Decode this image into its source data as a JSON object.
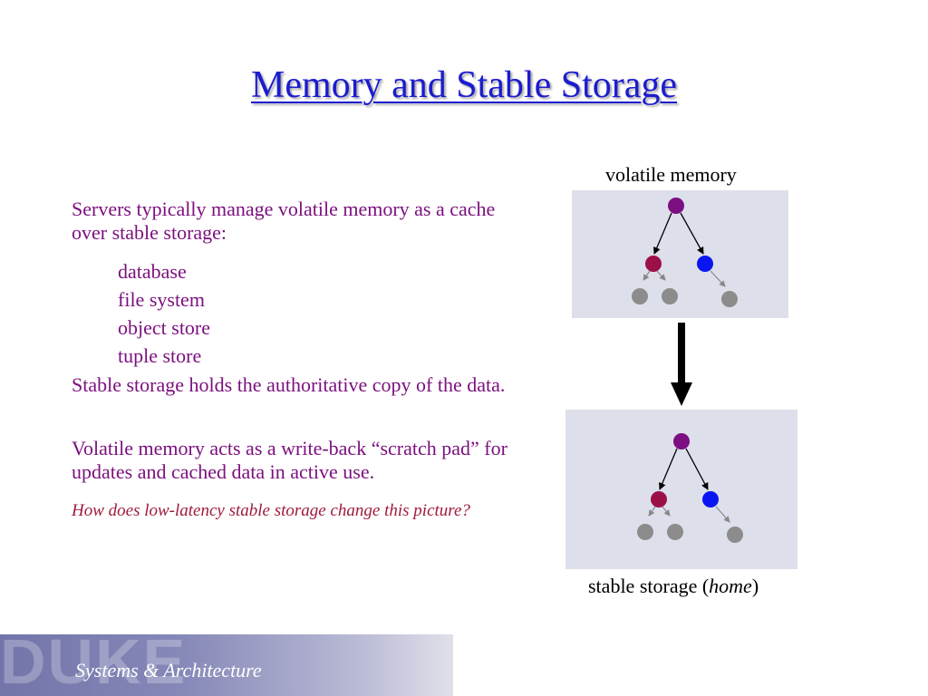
{
  "slide": {
    "title": "Memory and Stable Storage",
    "paragraph_1": "Servers typically manage volatile memory as a cache over stable storage:",
    "list_items": [
      "database",
      "file system",
      "object store",
      "tuple store"
    ],
    "paragraph_2": "Stable storage holds the authoritative copy of the data.",
    "paragraph_3": "Volatile memory acts as a write-back “scratch pad” for updates and cached data in active use.",
    "question": "How does low-latency stable storage change this picture?"
  },
  "diagram": {
    "top_caption": "volatile memory",
    "bottom_caption_prefix": "stable storage (",
    "bottom_caption_emph": "home",
    "bottom_caption_suffix": ")",
    "panel_color": "#dde0ea",
    "root_color": "#7c0f82",
    "left_child_color": "#9c1048",
    "right_child_color": "#0a16f2",
    "leaf_color": "#8c8c8c"
  },
  "footer": {
    "logo": "DUKE",
    "label": "Systems & Architecture"
  }
}
